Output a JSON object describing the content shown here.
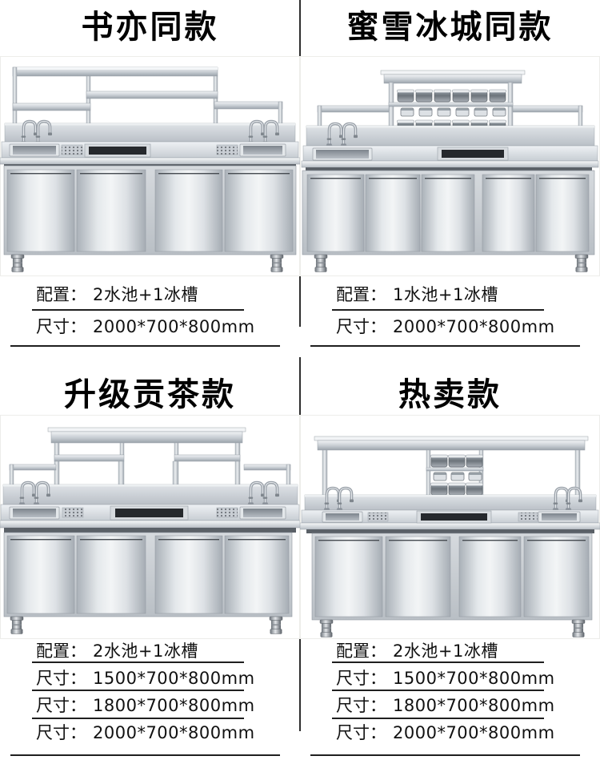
{
  "quadrants": [
    {
      "title": "书亦同款",
      "image_alt": "stainless steel milk-tea counter with double overhead shelf and two sinks",
      "specs": [
        {
          "label": "配置：",
          "value": "2水池+1冰槽"
        },
        {
          "label": "尺寸：",
          "value": "2000*700*800mm"
        }
      ]
    },
    {
      "title": "蜜雪冰城同款",
      "image_alt": "stainless steel counter with condiment pan rack and one sink",
      "specs": [
        {
          "label": "配置：",
          "value": "1水池+1冰槽"
        },
        {
          "label": "尺寸：",
          "value": "2000*700*800mm"
        }
      ]
    },
    {
      "title": "升级贡茶款",
      "image_alt": "stainless steel counter with top canopy shelf, divider panels and two sinks",
      "specs": [
        {
          "label": "配置：",
          "value": "2水池+1冰槽"
        },
        {
          "label": "尺寸：",
          "value": "1500*700*800mm"
        },
        {
          "label": "尺寸：",
          "value": "1800*700*800mm"
        },
        {
          "label": "尺寸：",
          "value": "2000*700*800mm"
        }
      ]
    },
    {
      "title": "热卖款",
      "image_alt": "stainless steel counter with full-width overhead shelf, center pan rack and two sinks",
      "specs": [
        {
          "label": "配置：",
          "value": "2水池+1冰槽"
        },
        {
          "label": "尺寸：",
          "value": "1500*700*800mm"
        },
        {
          "label": "尺寸：",
          "value": "1800*700*800mm"
        },
        {
          "label": "尺寸：",
          "value": "2000*700*800mm"
        }
      ]
    }
  ],
  "colors": {
    "divider": "#2e2e2e",
    "rule": "#1f1f1f",
    "title_text": "#000000",
    "spec_text": "#111111",
    "steel_light": "#eef1f4",
    "steel_dark": "#a6adb4",
    "ice_slot_dark": "#26292d"
  }
}
